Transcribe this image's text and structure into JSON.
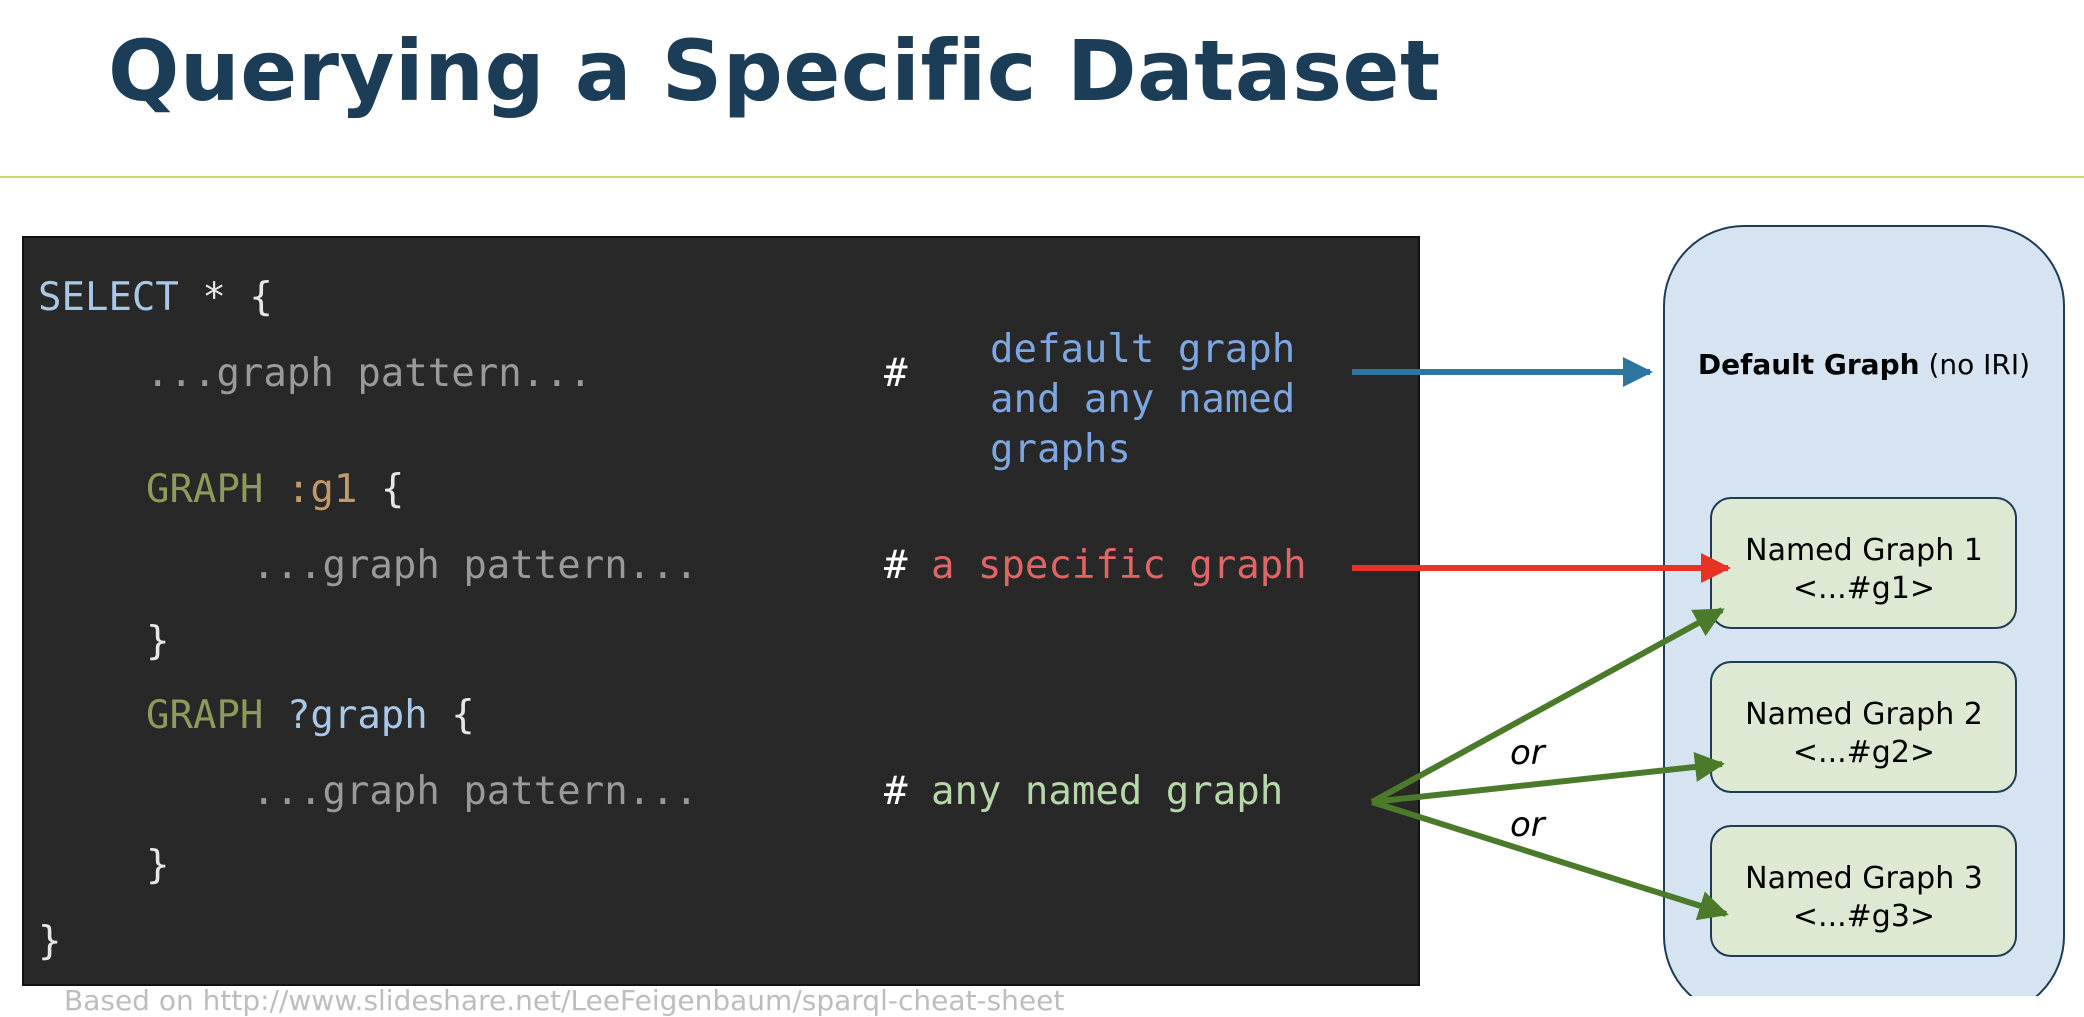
{
  "title": "Querying a Specific Dataset",
  "code": {
    "line1": {
      "kw": "SELECT",
      "rest": " * {"
    },
    "line2": {
      "pattern": "...graph pattern...",
      "hash": "#",
      "comment": [
        "default graph",
        "and any named",
        "graphs"
      ]
    },
    "line3": {
      "kw": "GRAPH",
      "name": ":g1",
      "brace": " {"
    },
    "line4": {
      "pattern": "...graph pattern...",
      "hash": "#",
      "comment": "a specific graph"
    },
    "line5": {
      "brace": "}"
    },
    "line6": {
      "kw": "GRAPH",
      "var": "?graph",
      "brace": " {"
    },
    "line7": {
      "pattern": "...graph pattern...",
      "hash": "#",
      "comment": "any named graph"
    },
    "line8": {
      "brace": "}"
    },
    "line9": {
      "brace": "}"
    }
  },
  "diagram": {
    "default_graph_bold": "Default Graph",
    "default_graph_rest": " (no IRI)",
    "named_graphs": [
      {
        "line1": "Named Graph 1",
        "line2": "<...#g1>"
      },
      {
        "line1": "Named Graph 2",
        "line2": "<...#g2>"
      },
      {
        "line1": "Named Graph 3",
        "line2": "<...#g3>"
      }
    ],
    "or_labels": [
      "or",
      "or"
    ]
  },
  "colors": {
    "title": "#1b3d57",
    "rule": "#c5dc6a",
    "arrow_blue": "#2e75a0",
    "arrow_red": "#e63323",
    "arrow_green": "#4a7a2a",
    "dataset_fill": "#d6e4f2",
    "named_fill": "#dde9d2"
  },
  "footnote": "Based on http://www.slideshare.net/LeeFeigenbaum/sparql-cheat-sheet"
}
